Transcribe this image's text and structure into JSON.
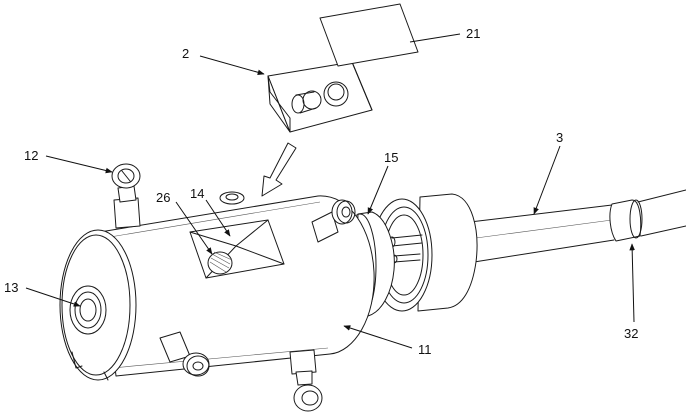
{
  "figure": {
    "callouts": {
      "c2": "2",
      "c21": "21",
      "c12": "12",
      "c15": "15",
      "c3": "3",
      "c26": "26",
      "c14": "14",
      "c13": "13",
      "c11": "11",
      "c32": "32"
    },
    "line_color": "#1a1a1a",
    "background": "#ffffff"
  }
}
